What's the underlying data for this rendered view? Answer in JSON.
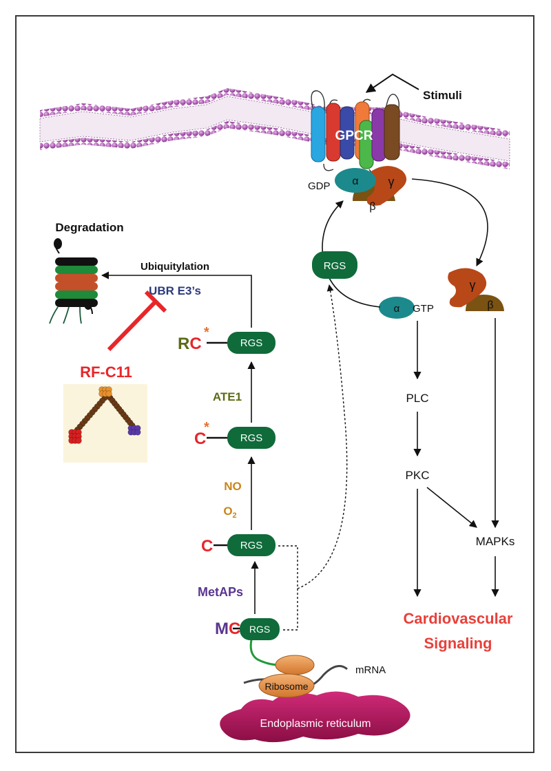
{
  "membrane": {
    "stimuli_label": "Stimuli",
    "receptor_label": "GPCR"
  },
  "g_protein": {
    "alpha_label": "α",
    "beta_label": "β",
    "gamma_label": "γ",
    "gdp_label": "GDP",
    "gtp_label": "GTP"
  },
  "rgs_label": "RGS",
  "degradation": {
    "title": "Degradation",
    "ubiquitylation_label": "Ubiquitylation",
    "ligase_label": "UBR E3’s"
  },
  "inhibitor": {
    "name": "RF-C11"
  },
  "nterminal": {
    "rc_r": "R",
    "rc_c": "C",
    "star": "*",
    "c_label": "C",
    "mc_m": "M",
    "mc_c": "C"
  },
  "enzymes": {
    "ate1": "ATE1",
    "no": "NO",
    "o2_base": "O",
    "o2_sub": "2",
    "metaps": "MetAPs"
  },
  "translation": {
    "mrna_label": "mRNA",
    "ribosome_label": "Ribosome",
    "er_label": "Endoplasmic reticulum"
  },
  "pathway": {
    "plc": "PLC",
    "pkc": "PKC",
    "mapks": "MAPKs",
    "outcome_line1": "Cardiovascular",
    "outcome_line2": "Signaling"
  },
  "colors": {
    "rgs_green": "#0f6b3a",
    "red": "#e8262a",
    "olive": "#5c6b16",
    "orange_text": "#c8861a",
    "purple_text": "#5a3590",
    "navy_text": "#2b3a7a",
    "outcome_red": "#e8403a",
    "teal_alpha": "#1c8a8c",
    "gamma_brown": "#b84818",
    "beta_brown": "#7a5212",
    "membrane_purple": "#9c3aa0",
    "er_magenta": "#b0185e"
  }
}
